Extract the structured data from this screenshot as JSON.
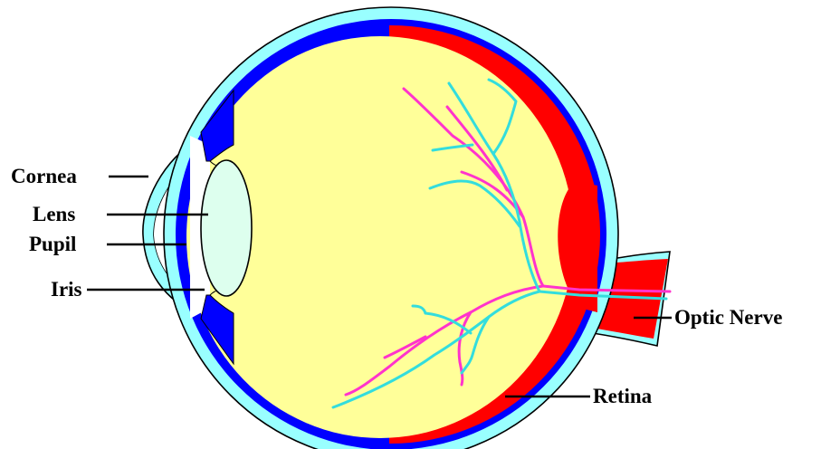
{
  "labels": {
    "cornea": "Cornea",
    "lens": "Lens",
    "pupil": "Pupil",
    "iris": "Iris",
    "optic_nerve": "Optic Nerve",
    "retina": "Retina"
  },
  "colors": {
    "vitreous": "#ffff99",
    "sclera": "#99ffff",
    "choroid": "#0000ff",
    "retina": "#ff0000",
    "lens": "#ddffee",
    "artery": "#ff33cc",
    "vein": "#33dddd",
    "outline": "#000000"
  }
}
